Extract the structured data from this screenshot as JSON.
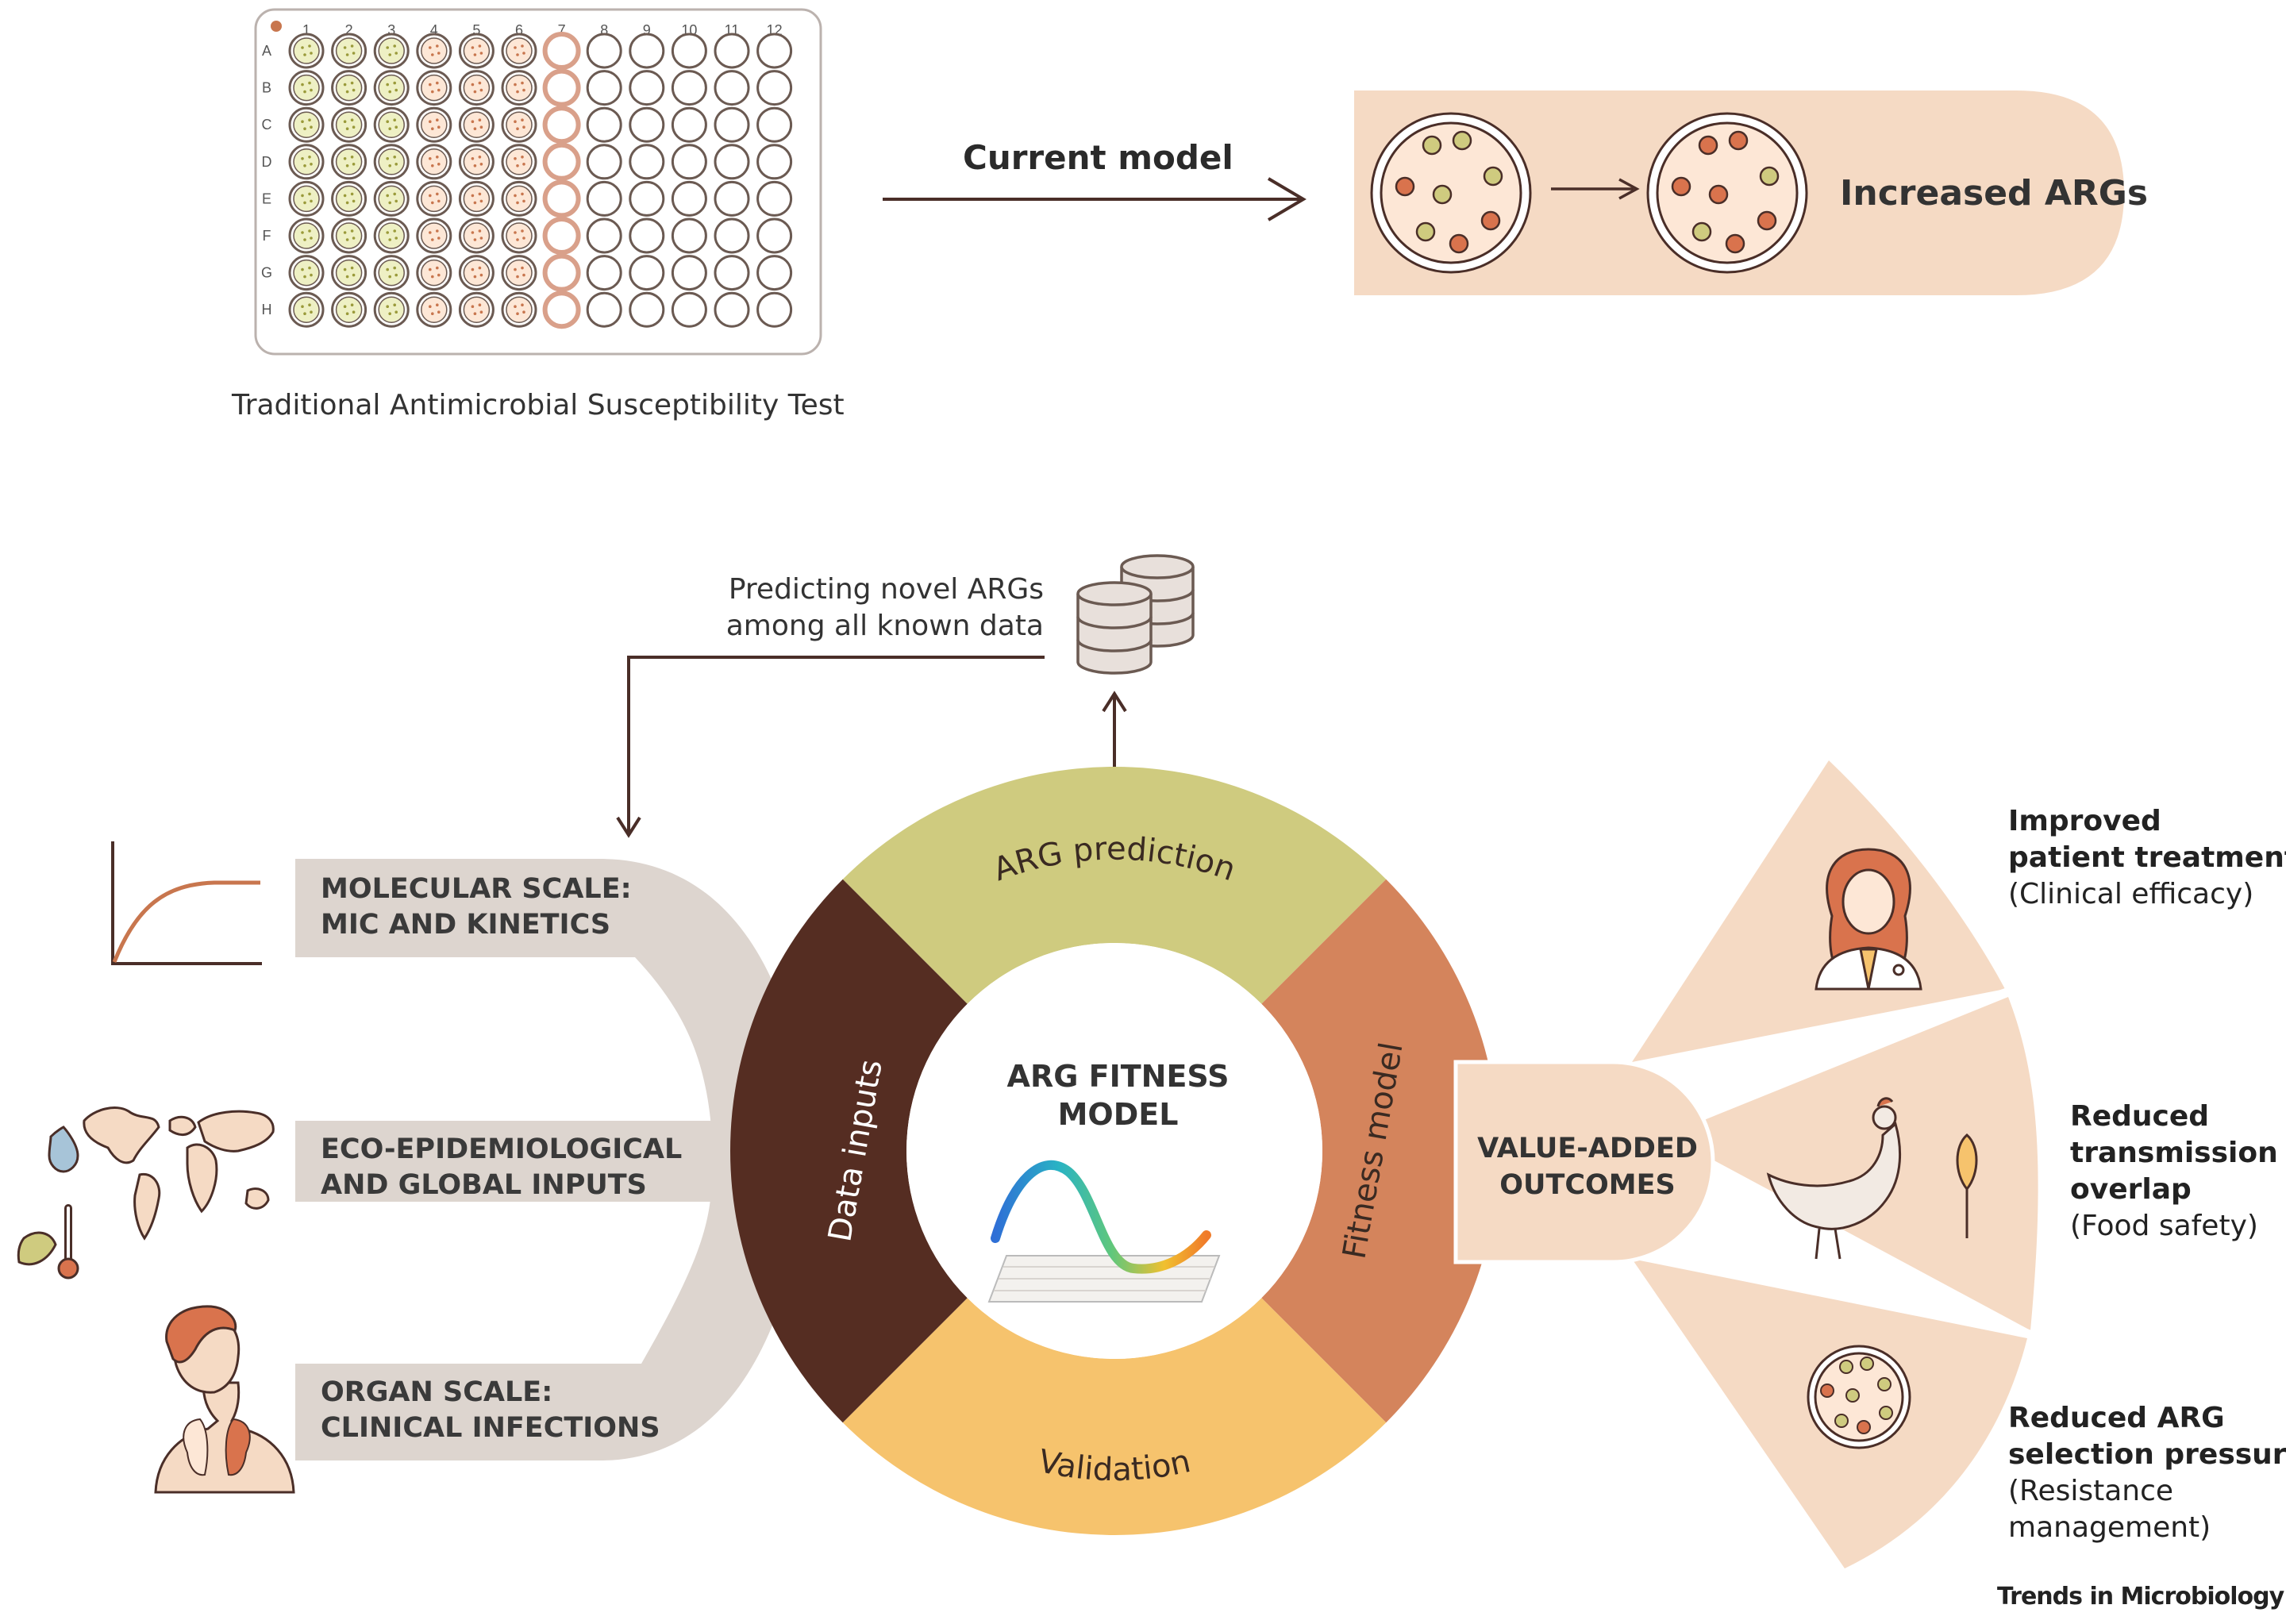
{
  "plate": {
    "caption": "Traditional Antimicrobial Susceptibility Test",
    "columns": [
      "1",
      "2",
      "3",
      "4",
      "5",
      "6",
      "7",
      "8",
      "9",
      "10",
      "11",
      "12"
    ],
    "rows": [
      "A",
      "B",
      "C",
      "D",
      "E",
      "F",
      "G",
      "H"
    ]
  },
  "current_model": {
    "label": "Current model",
    "result": "Increased ARGs"
  },
  "database": {
    "caption_line1": "Predicting novel ARGs",
    "caption_line2": "among all known data"
  },
  "inputs": [
    {
      "line1": "MOLECULAR SCALE:",
      "line2": "MIC AND KINETICS",
      "icon": "growth-curve-icon"
    },
    {
      "line1": "ECO-EPIDEMIOLOGICAL",
      "line2": "AND GLOBAL INPUTS",
      "icon": "world-map-icon"
    },
    {
      "line1": "ORGAN SCALE:",
      "line2": "CLINICAL INFECTIONS",
      "icon": "human-lungs-icon"
    }
  ],
  "ring": {
    "center_line1": "ARG FITNESS",
    "center_line2": "MODEL",
    "segments": {
      "top": "ARG prediction",
      "right": "Fitness model",
      "bottom": "Validation",
      "left": "Data inputs"
    }
  },
  "value": {
    "line1": "VALUE-ADDED",
    "line2": "OUTCOMES"
  },
  "outcomes": [
    {
      "title1": "Improved",
      "title2": "patient treatment",
      "sub1": "(Clinical efficacy)",
      "sub2": "",
      "icon": "doctor-icon"
    },
    {
      "title1": "Reduced",
      "title2": "transmission",
      "title3": "overlap",
      "sub1": "(Food safety)",
      "icon": "chicken-icon"
    },
    {
      "title1": "Reduced ARG",
      "title2": "selection pressure",
      "sub1": "(Resistance",
      "sub2": "management)",
      "icon": "petri-dish-icon"
    }
  ],
  "credit": "Trends in Microbiology",
  "colors": {
    "ring_top": "#cfcb7f",
    "ring_right": "#d4845c",
    "ring_bottom": "#f6c36d",
    "ring_left": "#552d22",
    "band": "#ddd5cf",
    "peach": "#f5dac4",
    "line": "#4a2e28"
  }
}
